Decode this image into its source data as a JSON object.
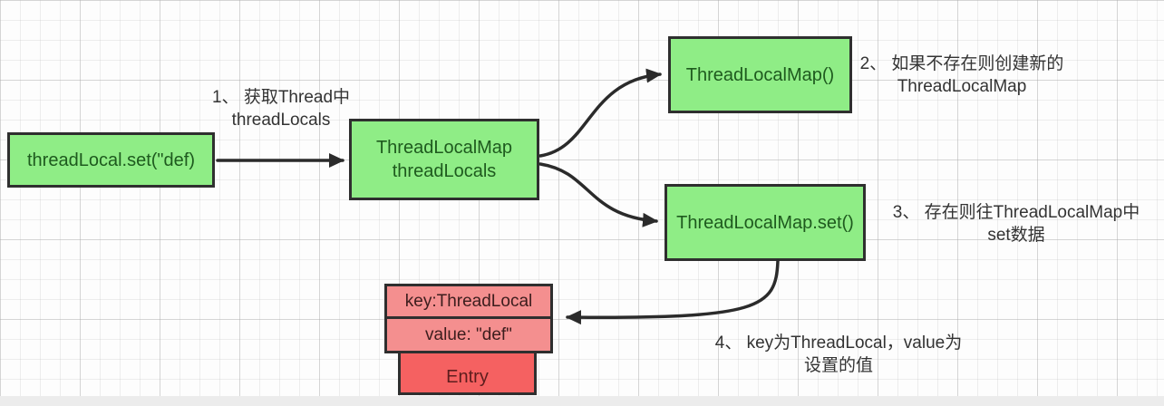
{
  "diagram": {
    "title_hint": "ThreadLocal set flow diagram",
    "nodes": {
      "set_call": {
        "label": "threadLocal.set(\"def)"
      },
      "thread_locals": {
        "line1": "ThreadLocalMap",
        "line2": "threadLocals"
      },
      "map_ctor": {
        "label": "ThreadLocalMap()"
      },
      "map_set": {
        "label": "ThreadLocalMap.set()"
      },
      "entry_key": {
        "label": "key:ThreadLocal"
      },
      "entry_value": {
        "label": "value: \"def\""
      },
      "entry": {
        "label": "Entry"
      }
    },
    "annotations": {
      "step1": {
        "line1": "1、 获取Thread中",
        "line2": "threadLocals"
      },
      "step2": {
        "line1": "2、 如果不存在则创建新的",
        "line2": "ThreadLocalMap"
      },
      "step3": {
        "line1": "3、 存在则往ThreadLocalMap中",
        "line2": "set数据"
      },
      "step4": {
        "line1": "4、 key为ThreadLocal，value为",
        "line2": "设置的值"
      }
    },
    "colors": {
      "green_node_fill": "#8fed86",
      "green_node_text": "#1e5a1e",
      "red_light_fill": "#f48f8f",
      "red_fill": "#f56161",
      "node_border": "#2f2f2f",
      "arrow": "#2b2b2b",
      "annotation_text": "#333333",
      "bottom_strip": "#ececec"
    }
  }
}
